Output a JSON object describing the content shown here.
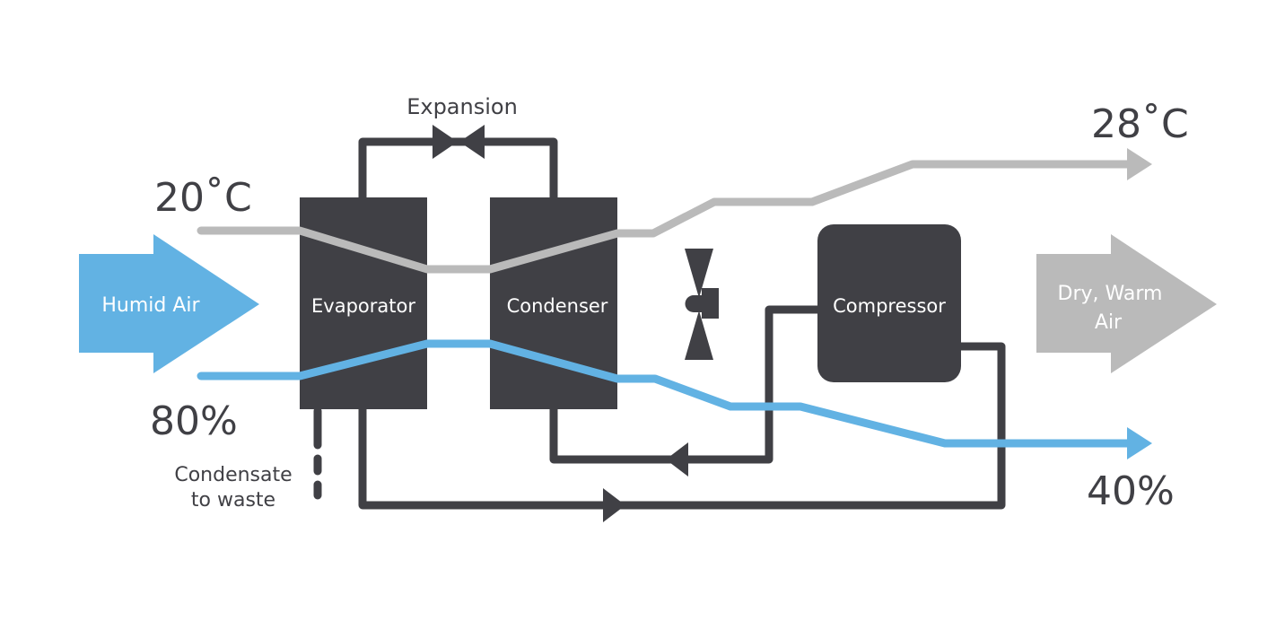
{
  "colors": {
    "dark": "#404045",
    "blue": "#62b2e3",
    "gray": "#bababa",
    "white": "#ffffff"
  },
  "labels": {
    "expansion": "Expansion",
    "evaporator": "Evaporator",
    "condenser": "Condenser",
    "compressor": "Compressor",
    "humid_air": "Humid Air",
    "dry_warm_air_line1": "Dry, Warm",
    "dry_warm_air_line2": "Air",
    "temp_in": "20˚C",
    "temp_out": "28˚C",
    "humidity_in": "80%",
    "humidity_out": "40%",
    "condensate_line1": "Condensate",
    "condensate_line2": "to waste"
  },
  "icons": {
    "expansion_valve": "bowtie-valve-icon",
    "fan": "fan-icon",
    "flow_arrow": "triangle-arrow-icon"
  },
  "flows": {
    "temperature": {
      "start_c": 20,
      "end_c": 28,
      "series": "gray"
    },
    "humidity": {
      "start_pct": 80,
      "end_pct": 40,
      "series": "blue"
    }
  }
}
